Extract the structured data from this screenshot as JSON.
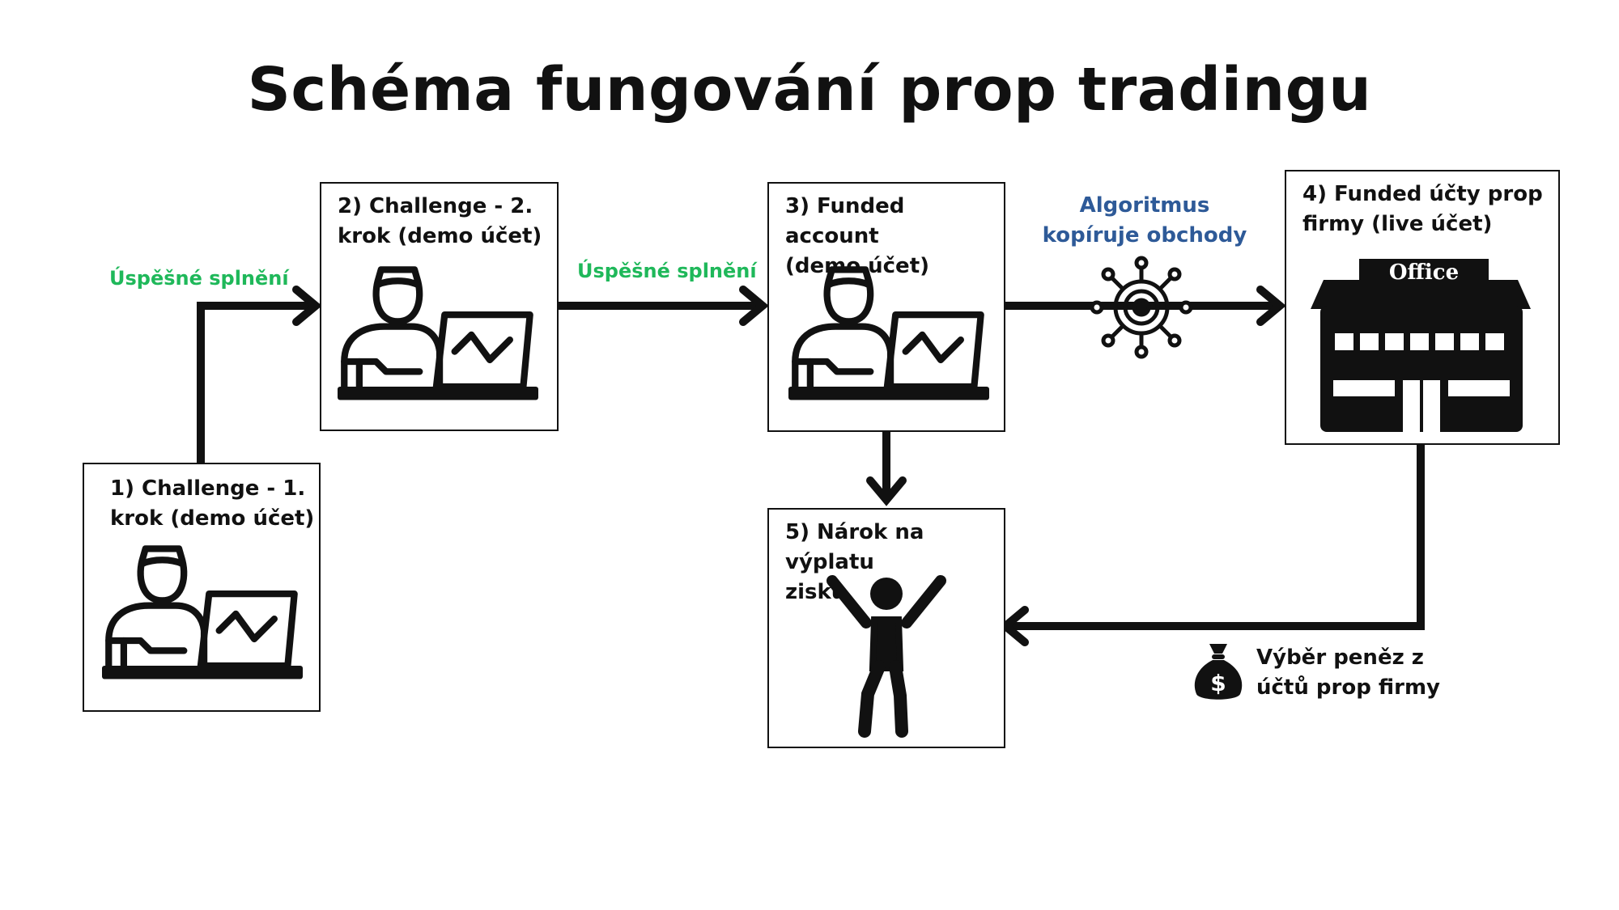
{
  "title": "Schéma fungování prop tradingu",
  "nodes": {
    "step1": {
      "line1": "1) Challenge - 1.",
      "line2": "krok (demo účet)",
      "icon": "trader-laptop-icon"
    },
    "step2": {
      "line1": "2) Challenge - 2.",
      "line2": "krok (demo účet)",
      "icon": "trader-laptop-icon"
    },
    "step3": {
      "line1": "3) Funded account",
      "line2": "(demo účet)",
      "icon": "trader-laptop-icon"
    },
    "step4": {
      "line1": "4) Funded účty prop",
      "line2": "firmy (live účet)",
      "icon": "office-building-icon",
      "sign": "Office"
    },
    "step5": {
      "line1": "5) Nárok na výplatu",
      "line2": "zisku",
      "icon": "celebrating-person-icon"
    }
  },
  "edges": {
    "e1_2": {
      "label": "Úspěšné splnění"
    },
    "e2_3": {
      "label": "Úspěšné splnění"
    },
    "e3_4": {
      "line1": "Algoritmus",
      "line2": "kopíruje obchody",
      "icon": "gear-network-icon"
    },
    "e3_5": {},
    "e4_5": {
      "line1": "Výběr peněz z",
      "line2": "účtů prop firmy",
      "icon": "money-bag-icon"
    }
  },
  "colors": {
    "success_label": "#1fb85a",
    "algorithm_label": "#2e5a98",
    "lines": "#111111"
  }
}
